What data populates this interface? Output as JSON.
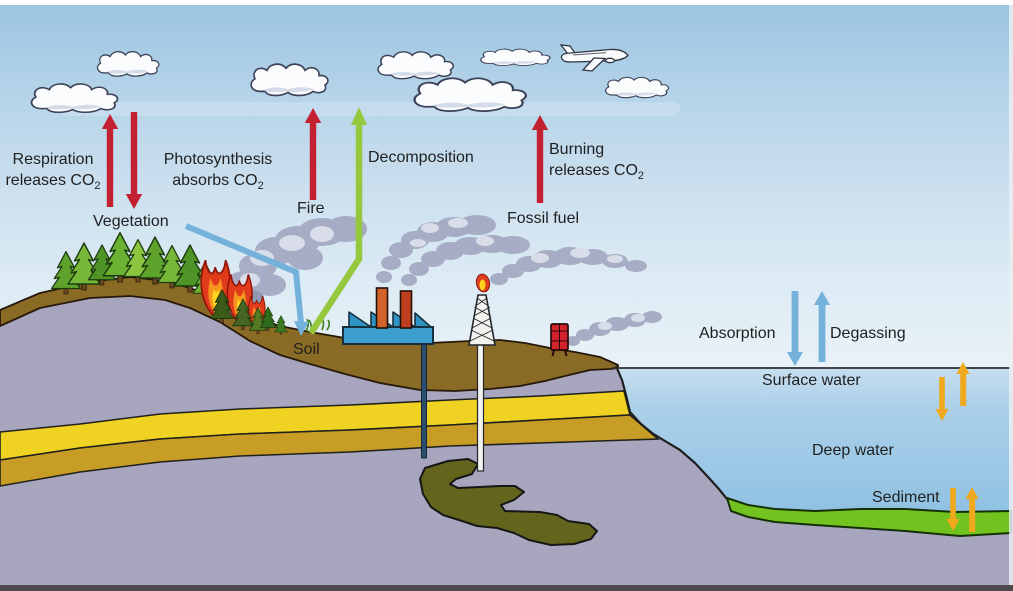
{
  "labels": {
    "respiration": {
      "line1": "Respiration",
      "line2": "releases CO",
      "sub": "2"
    },
    "photosynthesis": {
      "line1": "Photosynthesis",
      "line2": "absorbs CO",
      "sub": "2"
    },
    "burning": {
      "line1": "Burning",
      "line2": "releases CO",
      "sub": "2"
    },
    "vegetation": "Vegetation",
    "fire": "Fire",
    "decomposition": "Decomposition",
    "fossil_fuel": "Fossil fuel",
    "soil": "Soil",
    "absorption": "Absorption",
    "degassing": "Degassing",
    "surface_water": "Surface water",
    "deep_water": "Deep water",
    "sediment": "Sediment"
  },
  "colors": {
    "red_arrow": "#c32031",
    "green_arrow": "#96c83e",
    "blue_arrow": "#74b2dc",
    "yellow_arrow": "#f0a81c",
    "label_text": "#1f1f1f",
    "sediment_green": "#72c31f",
    "rock_gray": "#a8a6bf",
    "strata_yellow": "#f0d322",
    "soil_brown": "#8a6b26"
  }
}
